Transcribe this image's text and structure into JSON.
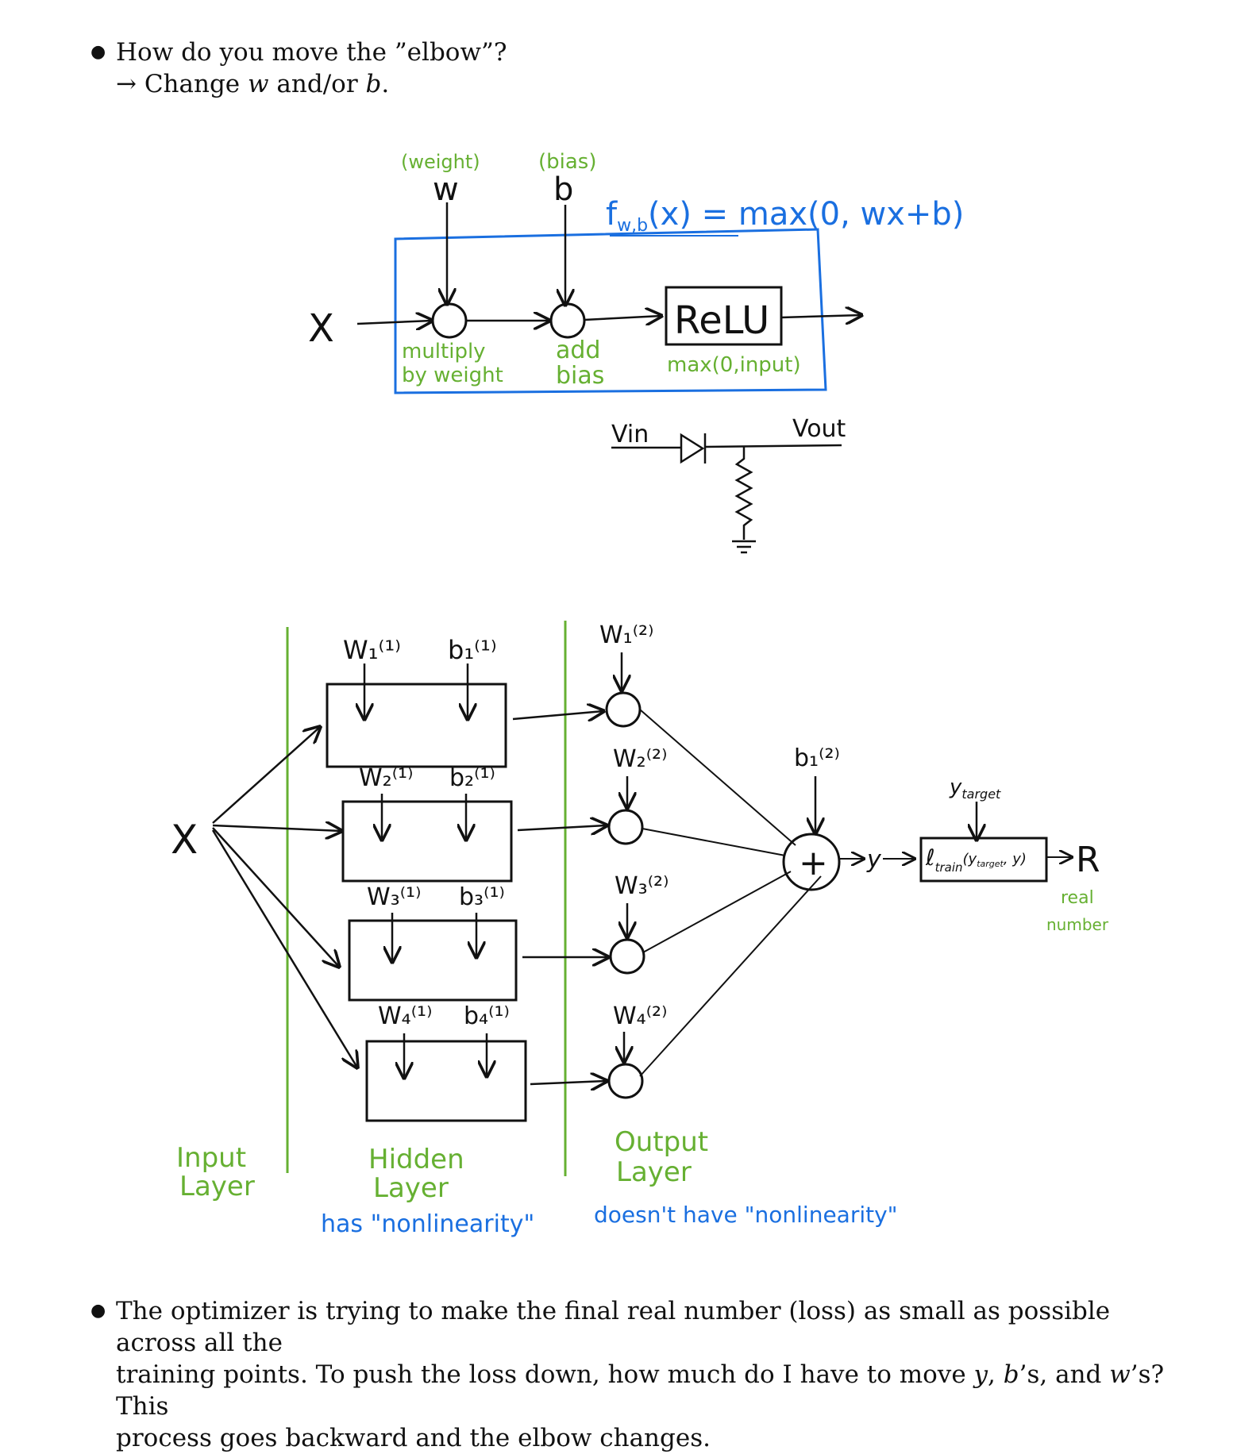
{
  "top_bullet": {
    "question": "How do you move the ”elbow”?",
    "answer_prefix": "→ Change ",
    "answer_w": "w",
    "answer_mid": " and/or ",
    "answer_b": "b",
    "answer_suffix": "."
  },
  "neuron_diagram": {
    "weight_note": "(weight)",
    "bias_note": "(bias)",
    "w_symbol": "w",
    "b_symbol": "b",
    "function_label": "f",
    "function_subscript": "w,b",
    "function_body": "(x) = max(0, wx+b)",
    "input_symbol": "X",
    "multiply_label_1": "multiply",
    "multiply_label_2": "by weight",
    "add_label_1": "add",
    "add_label_2": "bias",
    "relu_label": "ReLU",
    "relu_note": "max(0,input)",
    "colors": {
      "green": "#66b032",
      "blue": "#1a6fe0",
      "ink": "#111111"
    }
  },
  "circuit": {
    "vin_label": "Vin",
    "vout_label": "Vout"
  },
  "network_diagram": {
    "input_symbol": "X",
    "hidden_weights": [
      "W₁⁽¹⁾",
      "W₂⁽¹⁾",
      "W₃⁽¹⁾",
      "W₄⁽¹⁾"
    ],
    "hidden_biases": [
      "b₁⁽¹⁾",
      "b₂⁽¹⁾",
      "b₃⁽¹⁾",
      "b₄⁽¹⁾"
    ],
    "output_weights": [
      "W₁⁽²⁾",
      "W₂⁽²⁾",
      "W₃⁽²⁾",
      "W₄⁽²⁾"
    ],
    "output_bias": "b₁⁽²⁾",
    "sum_symbol": "+",
    "y_symbol": "y",
    "y_target_label": "y",
    "y_target_sub": "target",
    "loss_label": "ℓ",
    "loss_sub": "train",
    "loss_args": "(y",
    "loss_args_sub": "target",
    "loss_args_end": ", y)",
    "result_symbol": "R",
    "result_note_1": "real",
    "result_note_2": "number",
    "input_layer_1": "Input",
    "input_layer_2": "Layer",
    "hidden_layer_1": "Hidden",
    "hidden_layer_2": "Layer",
    "hidden_layer_note": "has \"nonlinearity\"",
    "output_layer_1": "Output",
    "output_layer_2": "Layer",
    "output_layer_note": "doesn't have \"nonlinearity\""
  },
  "bottom_bullet": {
    "text_1": "The optimizer is trying to make the final real number (loss) as small as possible across all the",
    "text_2a": "training points.  To push the loss down, how much do I have to move ",
    "text_2_y": "y",
    "text_2b": ", ",
    "text_2_b": "b",
    "text_2c": "’s, and ",
    "text_2_w": "w",
    "text_2d": "’s?  This",
    "text_3": "process goes backward and the elbow changes."
  }
}
